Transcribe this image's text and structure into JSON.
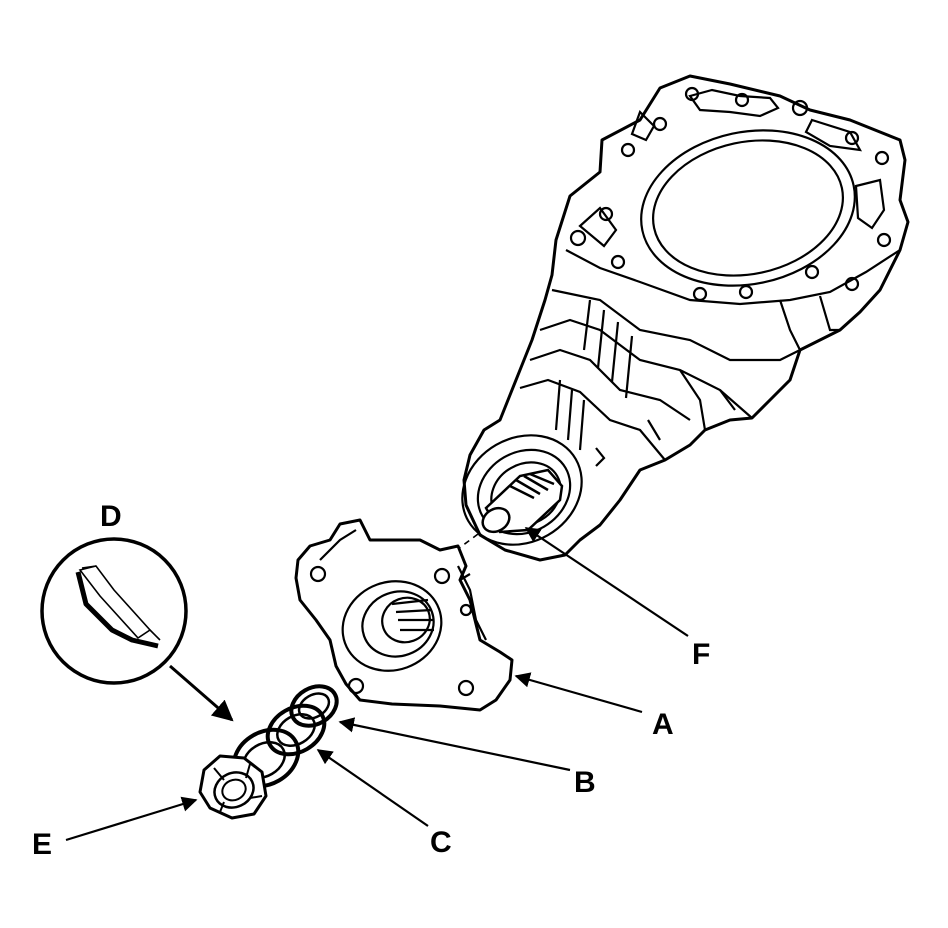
{
  "diagram": {
    "colors": {
      "line": "#000000",
      "paper": "#ffffff"
    },
    "labels": {
      "a": "A",
      "b": "B",
      "c": "C",
      "d": "D",
      "e": "E",
      "f": "F"
    },
    "parts": [
      {
        "id": "transfer-case-housing"
      },
      {
        "id": "output-shaft"
      },
      {
        "id": "companion-flange"
      },
      {
        "id": "o-ring"
      },
      {
        "id": "washer"
      },
      {
        "id": "locknut"
      },
      {
        "id": "detail-view"
      }
    ]
  }
}
